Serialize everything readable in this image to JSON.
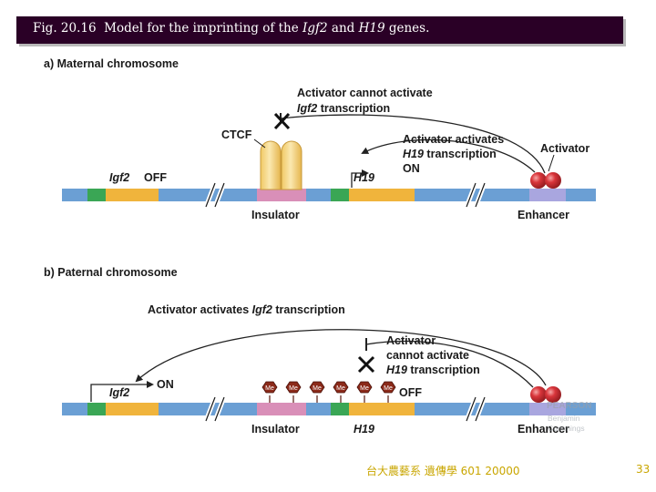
{
  "header": {
    "fig_label": "Fig. 20.16",
    "title_pre": "Model for the imprinting of the",
    "gene1": "Igf2",
    "title_mid": "and",
    "gene2": "H19",
    "title_post": "genes."
  },
  "panel_a": {
    "label": "a) Maternal chromosome",
    "blocked_line1": "Activator cannot activate",
    "blocked_gene": "Igf2",
    "blocked_line2": "transcription",
    "ctcf": "CTCF",
    "activates_line1": "Activator activates",
    "activates_gene": "H19",
    "activates_line2": "transcription",
    "h19_state": "ON",
    "activator": "Activator",
    "igf2_gene": "Igf2",
    "igf2_state": "OFF",
    "h19_gene": "H19",
    "insulator": "Insulator",
    "enhancer": "Enhancer"
  },
  "panel_b": {
    "label": "b) Paternal chromosome",
    "activates_line1": "Activator activates",
    "activates_gene": "Igf2",
    "activates_line2": "transcription",
    "igf2_state": "ON",
    "blocked_line1": "Activator",
    "blocked_line2": "cannot activate",
    "blocked_gene": "H19",
    "blocked_line3": "transcription",
    "h19_state": "OFF",
    "igf2_gene": "Igf2",
    "h19_gene": "H19",
    "insulator": "Insulator",
    "enhancer": "Enhancer",
    "methyl": [
      "Me",
      "Me",
      "Me",
      "Me",
      "Me",
      "Me"
    ]
  },
  "watermark": {
    "line1": "PEARSON",
    "line2": "Benjamin",
    "line3": "Cummings"
  },
  "footer": {
    "text": "台大農藝系 遺傳學 601 20000",
    "page": "33"
  },
  "colors": {
    "title_bg": "#2a0026",
    "dna": "#6b9fd4",
    "gene": "#f0b43c",
    "promoter": "#3aa655",
    "insulator": "#d98fb8",
    "enhancer": "#a9a6df",
    "ctcf": "#f7d98a",
    "activator": "#c0272d",
    "methyl": "#8b2a1a",
    "footer": "#c9a600"
  }
}
